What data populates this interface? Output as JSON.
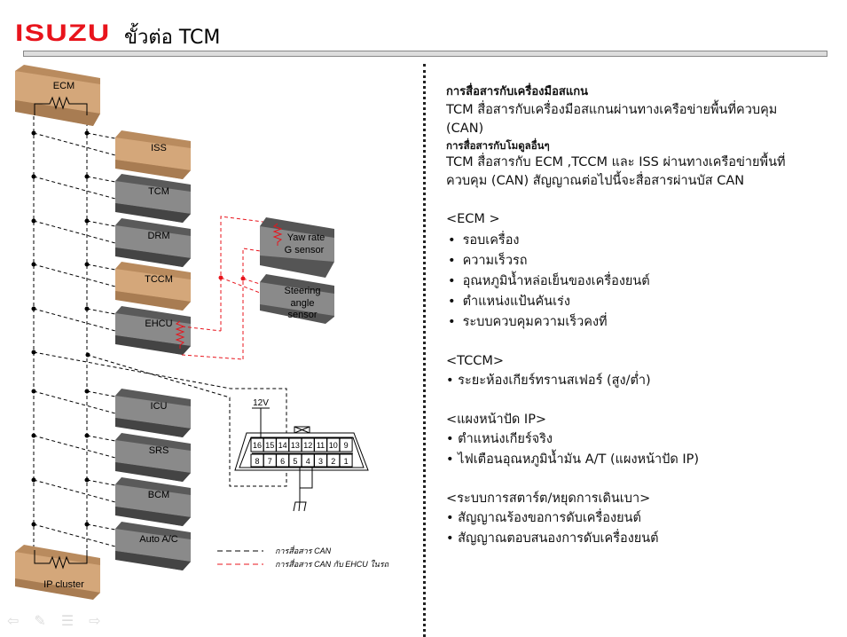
{
  "header": {
    "logo": "ISUZU",
    "title": "ขั้วต่อ TCM"
  },
  "diagram": {
    "ecm": "ECM",
    "ip_cluster": "IP cluster",
    "modules": [
      {
        "label": "ISS",
        "color": "beige"
      },
      {
        "label": "TCM",
        "color": "gray"
      },
      {
        "label": "DRM",
        "color": "gray"
      },
      {
        "label": "TCCM",
        "color": "beige"
      },
      {
        "label": "EHCU",
        "color": "gray"
      },
      {
        "label": "ICU",
        "color": "gray"
      },
      {
        "label": "SRS",
        "color": "gray"
      },
      {
        "label": "BCM",
        "color": "gray"
      },
      {
        "label": "Auto A/C",
        "color": "gray"
      }
    ],
    "yaw_rate_line1": "Yaw rate",
    "yaw_rate_line2": "G sensor",
    "steering_line1": "Steering",
    "steering_line2": "angle",
    "steering_line3": "sensor",
    "voltage": "12V",
    "pins_top": [
      "16",
      "15",
      "14",
      "13",
      "12",
      "11",
      "10",
      "9"
    ],
    "pins_bottom": [
      "8",
      "7",
      "6",
      "5",
      "4",
      "3",
      "2",
      "1"
    ],
    "legend": [
      {
        "label": "การสื่อสาร CAN",
        "color": "#000000"
      },
      {
        "label": "การสื่อสาร CAN กับ EHCU ในรถ",
        "color": "#e8141c"
      }
    ]
  },
  "info": {
    "scan_heading": "การสื่อสารกับเครื่องมือสแกน",
    "scan_text_1": "TCM สื่อสารกับเครื่องมือสแกนผ่านทางเครือข่ายพื้นที่ควบคุม",
    "scan_text_2": "(CAN)",
    "other_heading": "การสื่อสารกับโมดูลอื่นๆ",
    "other_text_1": "TCM สื่อสารกับ ECM ,TCCM และ ISS ผ่านทางเครือข่ายพื้นที่",
    "other_text_2": "ควบคุม (CAN) สัญญาณต่อไปนี้จะสื่อสารผ่านบัส CAN",
    "ecm_title": "<ECM >",
    "ecm_items": [
      "รอบเครื่อง",
      "ความเร็วรถ",
      "อุณหภูมิน้ำหล่อเย็นของเครื่องยนต์",
      "ตำแหน่งแป้นคันเร่ง",
      "ระบบควบคุมความเร็วคงที่"
    ],
    "tccm_title": "<TCCM>",
    "tccm_items": [
      "ระยะห้องเกียร์ทรานสเฟอร์ (สูง/ต่ำ)"
    ],
    "ip_title": "<แผงหน้าปัด IP>",
    "ip_items": [
      "ตำแหน่งเกียร์จริง",
      "ไฟเตือนอุณหภูมิน้ำมัน A/T (แผงหน้าปัด IP)"
    ],
    "ss_title": "<ระบบการสตาร์ต/หยุดการเดินเบา>",
    "ss_items": [
      "สัญญาณร้องขอการดับเครื่องยนต์",
      "สัญญาณตอบสนองการดับเครื่องยนต์"
    ],
    "bullet": "•"
  },
  "colors": {
    "brand": "#e8141c",
    "beige": "#d4a77a",
    "gray": "#7f7f7f"
  }
}
